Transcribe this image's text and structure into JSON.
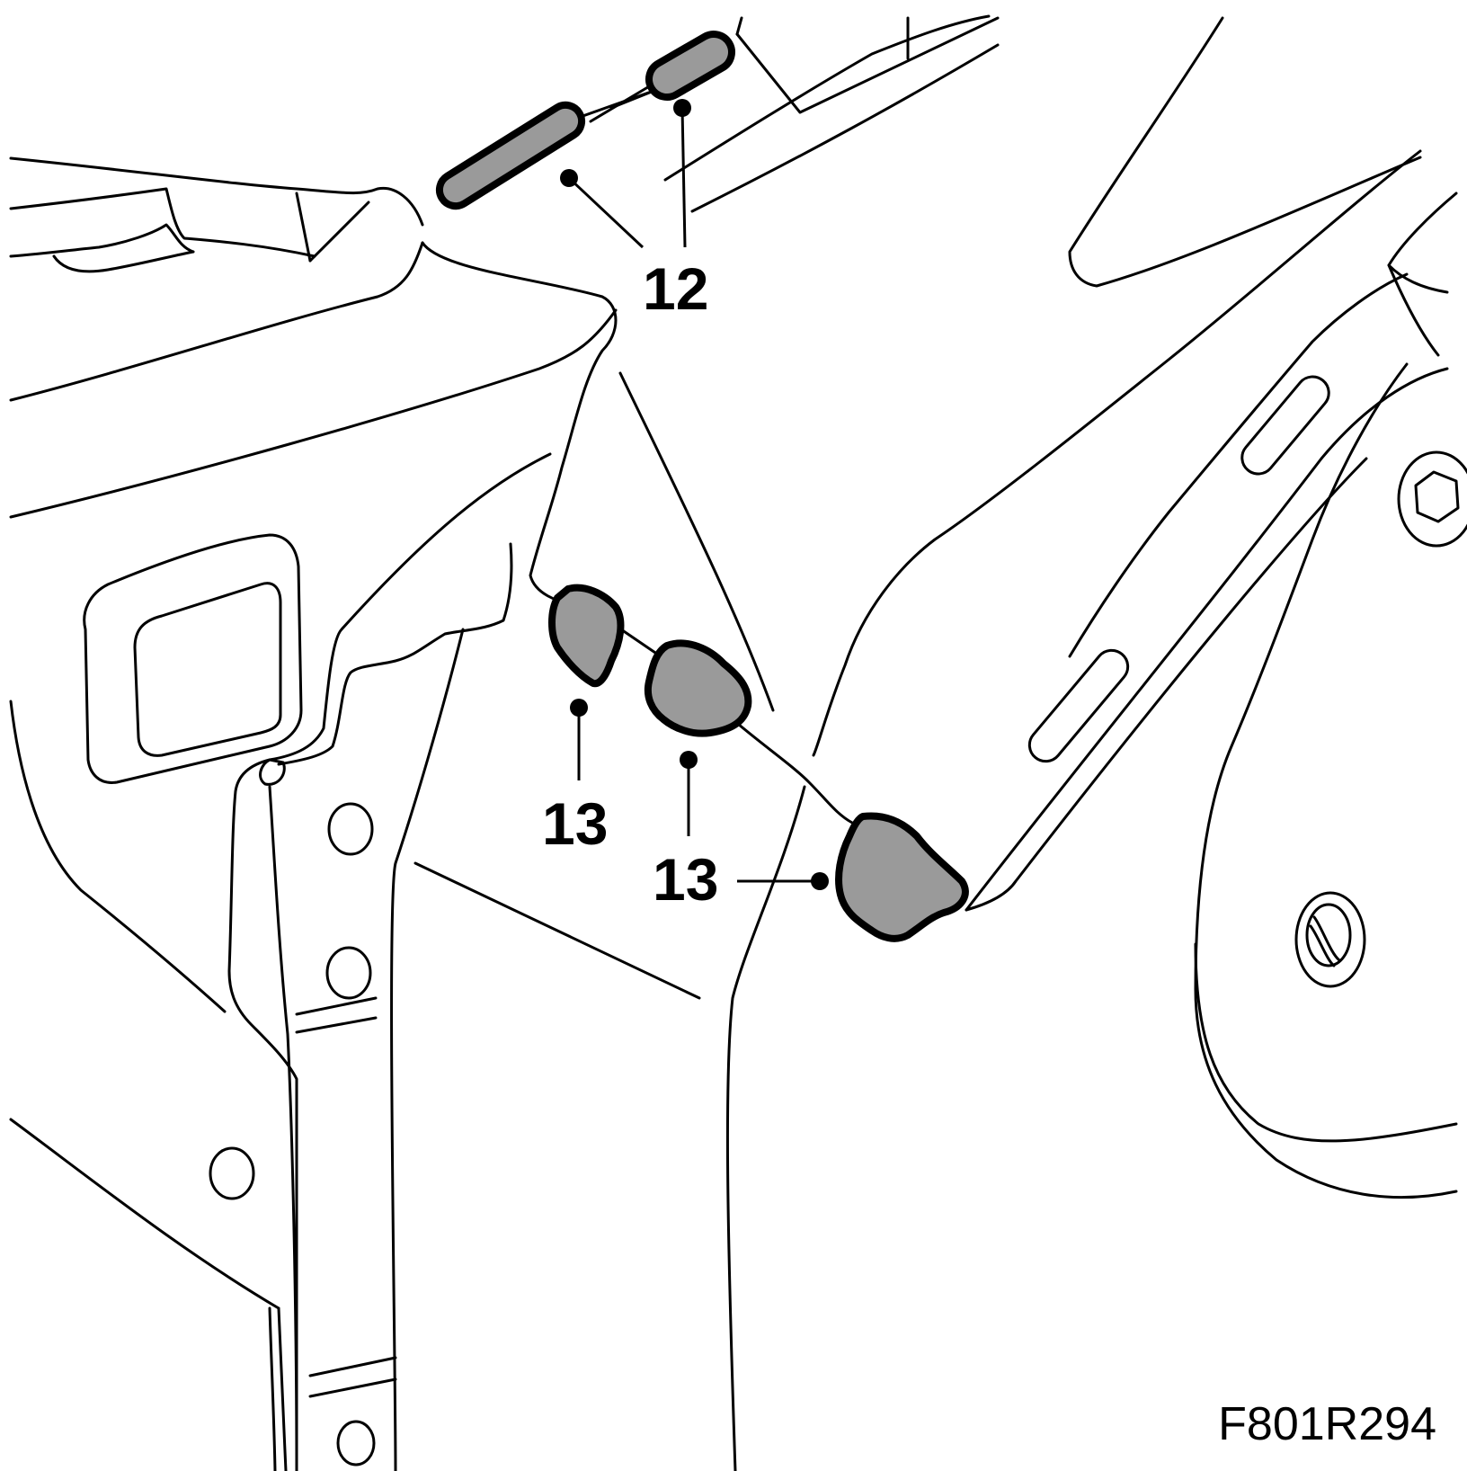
{
  "diagram": {
    "callouts": [
      {
        "id": "seal-12",
        "label": "12"
      },
      {
        "id": "seal-13-a",
        "label": "13"
      },
      {
        "id": "seal-13-b",
        "label": "13"
      },
      {
        "id": "seal-13-c",
        "label": "13"
      }
    ],
    "figure_code": "F801R294",
    "colors": {
      "line": "#000000",
      "sealant_fill": "#9a9a9a",
      "background": "#ffffff"
    }
  }
}
